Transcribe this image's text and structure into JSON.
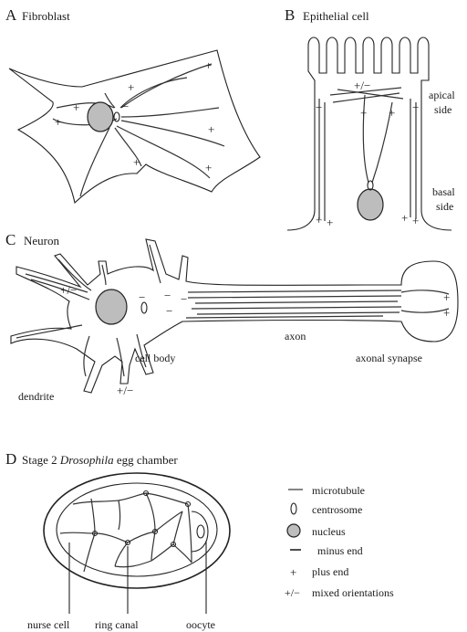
{
  "panels": {
    "a": {
      "letter": "A",
      "title": "Fibroblast"
    },
    "b": {
      "letter": "B",
      "title": "Epithelial cell",
      "apical": [
        "apical",
        "side"
      ],
      "basal": [
        "basal",
        "side"
      ]
    },
    "c": {
      "letter": "C",
      "title": "Neuron",
      "axon": "axon",
      "cell_body": "cell body",
      "dendrite": "dendrite",
      "synapse": "axonal synapse",
      "mixed": "+/−"
    },
    "d": {
      "letter": "D",
      "title_prefix": "Stage 2 ",
      "title_italic": "Drosophila",
      "title_suffix": " egg chamber",
      "nurse_cell": "nurse cell",
      "ring_canal": "ring canal",
      "oocyte": "oocyte"
    }
  },
  "signs": {
    "plus": "+",
    "minus": "−",
    "mixed": "+/−"
  },
  "legend": [
    {
      "symbol": "microtubule-icon",
      "label": "microtubule"
    },
    {
      "symbol": "centrosome-icon",
      "label": "centrosome"
    },
    {
      "symbol": "nucleus-icon",
      "label": "nucleus"
    },
    {
      "symbol": "minus-end-icon",
      "label": "minus end"
    },
    {
      "symbol": "plus-end-icon",
      "label": "plus end"
    },
    {
      "symbol": "mixed-orientation-icon",
      "label": "mixed orientations",
      "glyph": "+/−"
    }
  ],
  "colors": {
    "nucleus": "#bdbdbd",
    "line": "#222222"
  }
}
